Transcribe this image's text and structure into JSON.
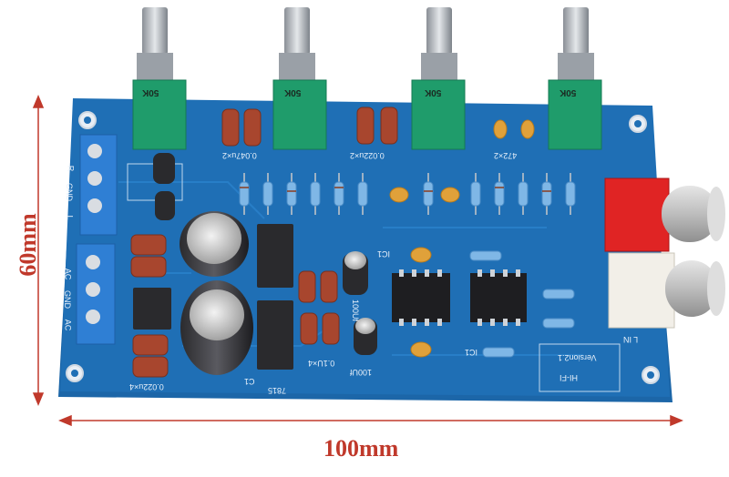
{
  "dimensions": {
    "width_label": "100mm",
    "height_label": "60mm"
  },
  "board": {
    "pot_labels": [
      "50K",
      "50K",
      "50K",
      "50K"
    ],
    "silk_texts": {
      "cap_top_left": "0.047u×2",
      "cap_top_mid": "0.022u×2",
      "cap_top_right": "472×2",
      "left_terminal": [
        "R",
        "GND",
        "L"
      ],
      "ac_terminal": [
        "AC",
        "GND",
        "AC"
      ],
      "bottom_left": "0.022u×4",
      "regulator": "7815",
      "ic1": "IC1",
      "ic2": "IC1",
      "cap_bottom": "0.1U×4",
      "cap_100u": "100Uf",
      "in_label": "L IN",
      "hifi": "HI-FI",
      "version": "Version2.1",
      "c1": "C1",
      "cap_mid": "100Uf"
    }
  },
  "colors": {
    "pcb": "#1f6fb5",
    "pcb_dark": "#175a96",
    "terminal_blue": "#2f7fd4",
    "pot_green": "#1f9c6b",
    "cap_brown": "#a8462e",
    "cap_yellow": "#e0a13a",
    "rca_red": "#e02424",
    "rca_white": "#f2efe8",
    "dimension_red": "#c0392b"
  }
}
